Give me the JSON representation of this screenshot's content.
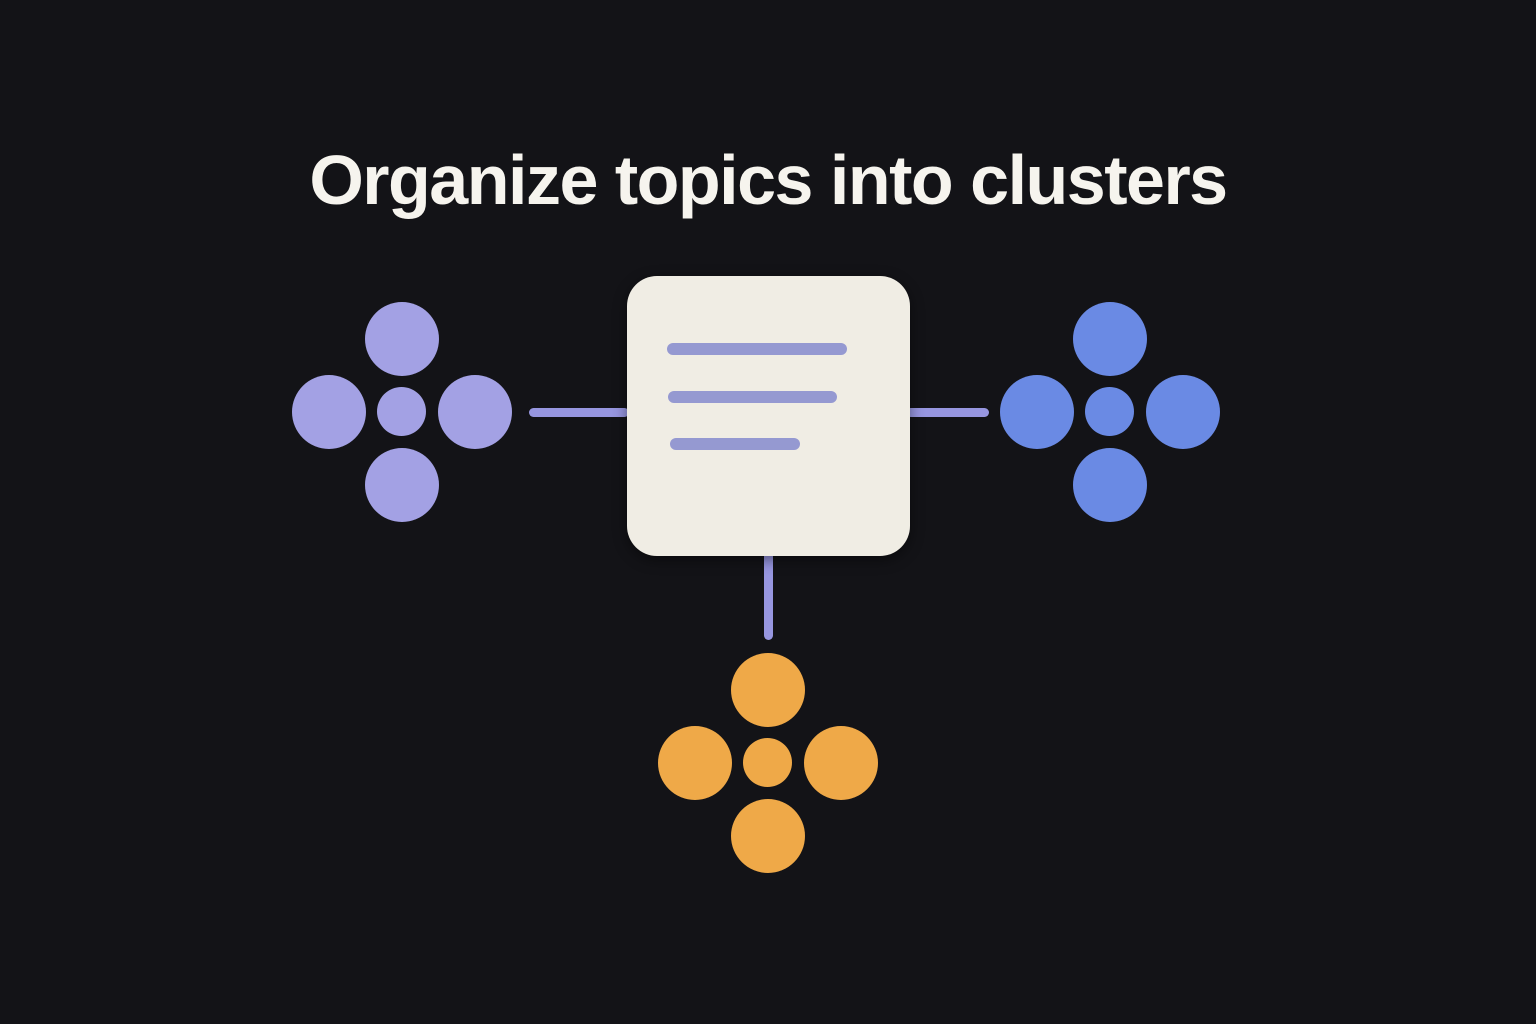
{
  "title": "Organize topics into clusters",
  "colors": {
    "background": "#131317",
    "title": "#f6f4ee",
    "card_bg": "#f0ede4",
    "card_line": "#9599d1",
    "connector": "#9796e0",
    "cluster_left": "#a3a1e4",
    "cluster_right": "#6a8ae4",
    "cluster_bottom": "#efa948"
  },
  "diagram": {
    "card": {
      "type": "document-card",
      "text_line_count": 3
    },
    "clusters": [
      {
        "id": "cluster-left",
        "side": "left",
        "color": "#a3a1e4",
        "large_dots": 4,
        "small_dots": 1
      },
      {
        "id": "cluster-right",
        "side": "right",
        "color": "#6a8ae4",
        "large_dots": 4,
        "small_dots": 1
      },
      {
        "id": "cluster-bottom",
        "side": "bottom",
        "color": "#efa948",
        "large_dots": 4,
        "small_dots": 1
      }
    ],
    "connectors": [
      {
        "from": "document-card",
        "to": "cluster-left"
      },
      {
        "from": "document-card",
        "to": "cluster-right"
      },
      {
        "from": "document-card",
        "to": "cluster-bottom"
      }
    ]
  }
}
